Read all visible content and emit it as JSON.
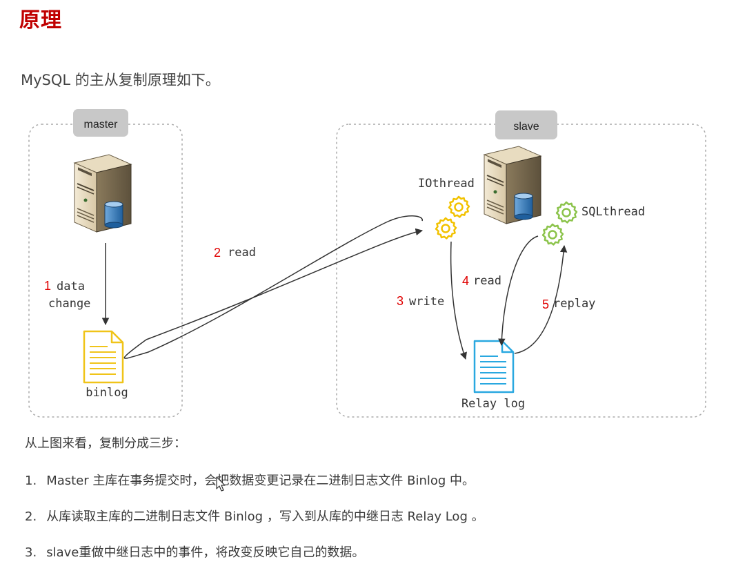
{
  "heading": "原理",
  "intro": "MySQL 的主从复制原理如下。",
  "diagram": {
    "master_label": "master",
    "slave_label": "slave",
    "binlog_label": "binlog",
    "relay_log_label": "Relay log",
    "io_thread_label": "IOthread",
    "sql_thread_label": "SQLthread",
    "arrows": [
      {
        "num": "1",
        "text_lines": [
          "data",
          "change"
        ]
      },
      {
        "num": "2",
        "text": "read"
      },
      {
        "num": "3",
        "text": "write"
      },
      {
        "num": "4",
        "text": "read"
      },
      {
        "num": "5",
        "text": "replay"
      }
    ],
    "colors": {
      "step_number": "#e00000",
      "binlog_doc": "#f0c419",
      "relay_doc": "#29a8e0",
      "io_gear": "#f2c200",
      "sql_gear": "#8bc34a",
      "container_border": "#aaaaaa",
      "tag_bg": "#c8c8c8"
    }
  },
  "steps_intro": "从上图来看，复制分成三步：",
  "steps": [
    {
      "num": "1.",
      "text": "Master 主库在事务提交时，会把数据变更记录在二进制日志文件 Binlog 中。"
    },
    {
      "num": "2.",
      "text": "从库读取主库的二进制日志文件 Binlog ，写入到从库的中继日志 Relay Log 。"
    },
    {
      "num": "3.",
      "text": "slave重做中继日志中的事件，将改变反映它自己的数据。"
    }
  ]
}
